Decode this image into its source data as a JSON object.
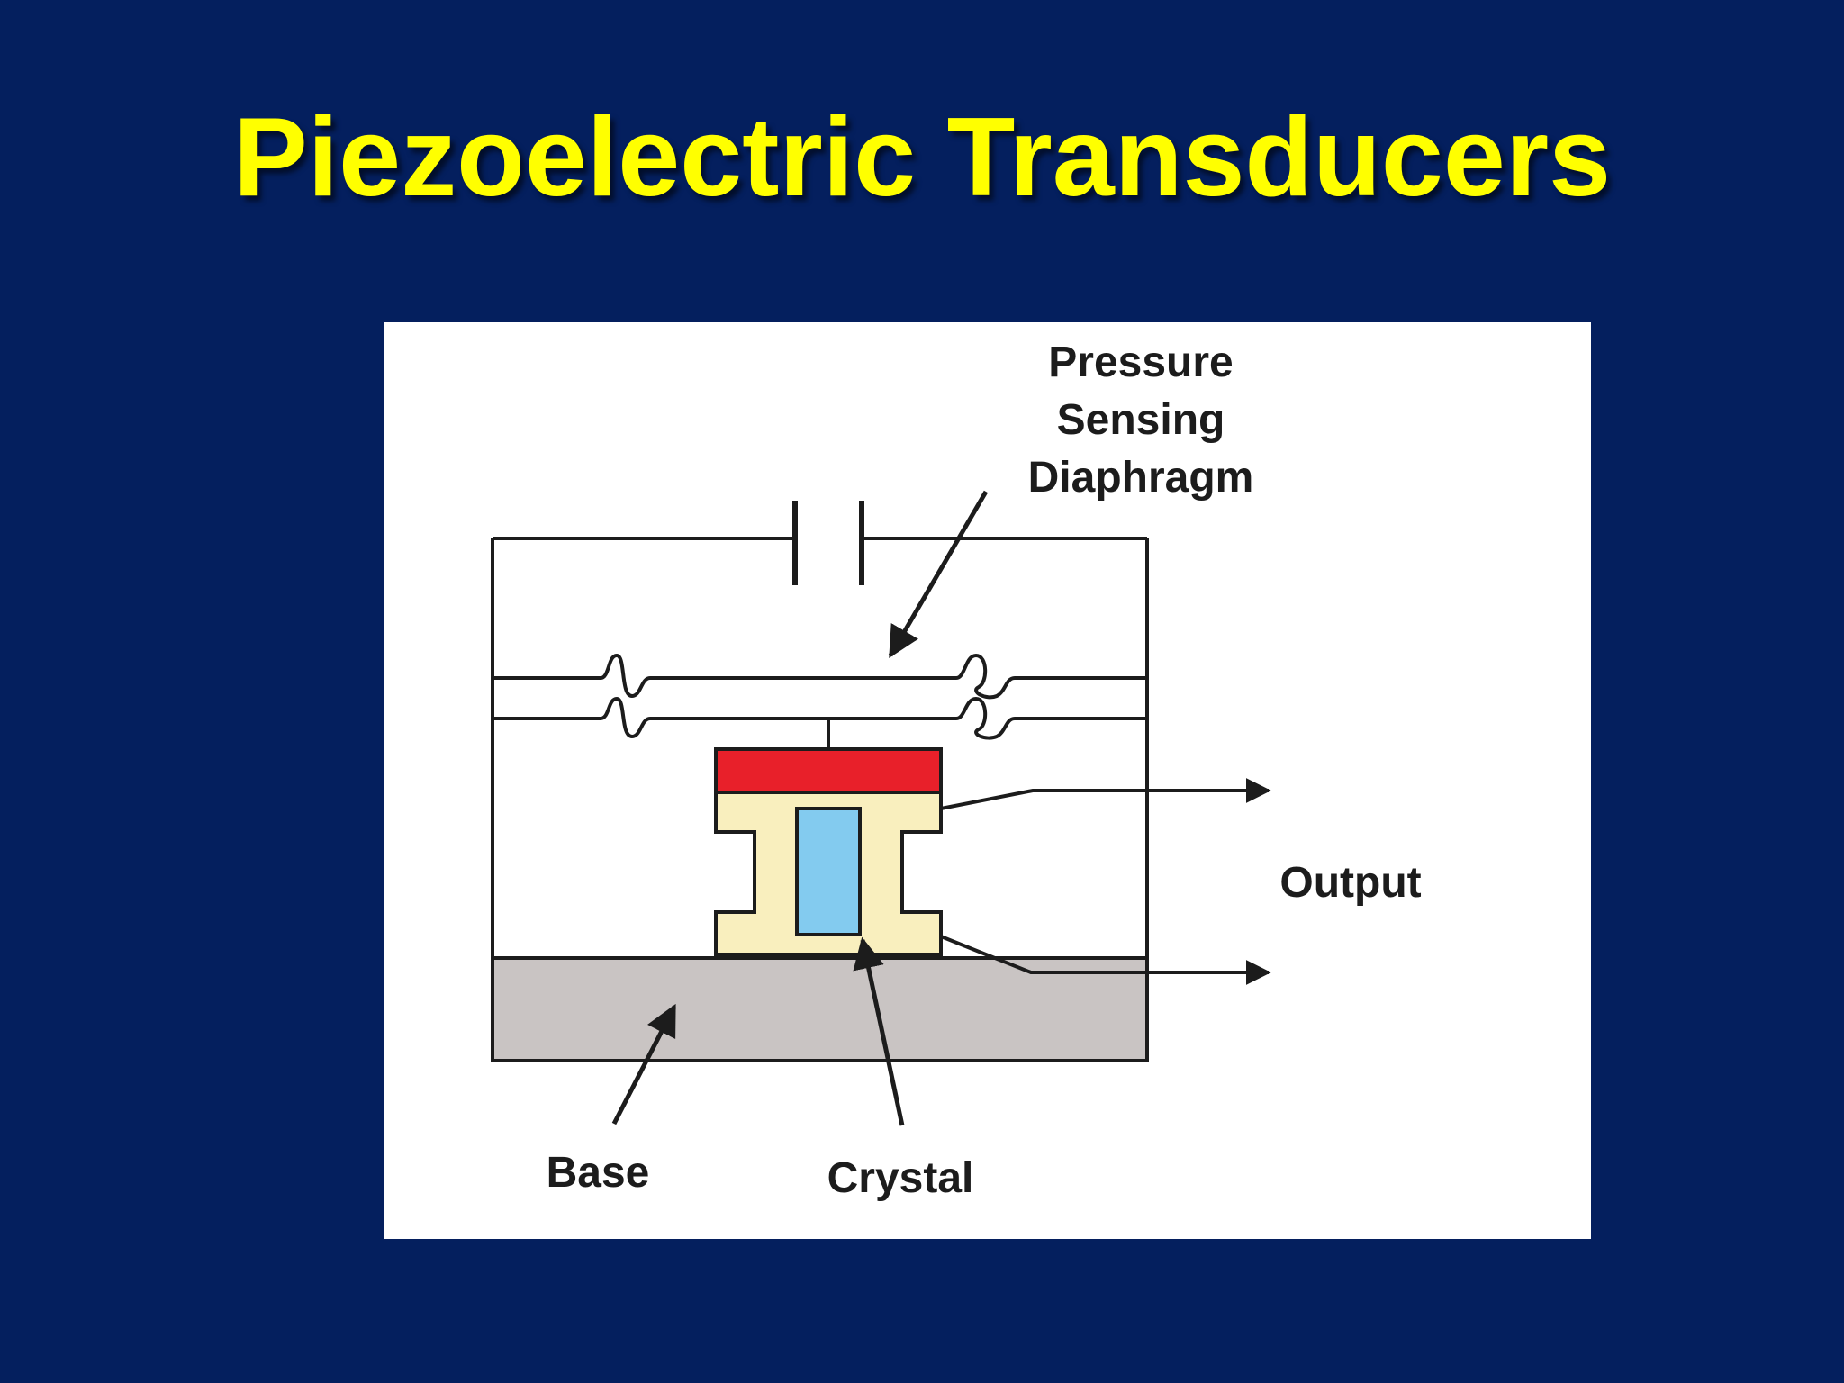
{
  "slide": {
    "title": "Piezoelectric Transducers",
    "background_color": "#041f5e",
    "title_color": "#ffff00"
  },
  "diagram": {
    "labels": {
      "pressure_line1": "Pressure",
      "pressure_line2": "Sensing",
      "pressure_line3": "Diaphragm",
      "output": "Output",
      "base": "Base",
      "crystal": "Crystal"
    },
    "colors": {
      "diaphragm_plate": "#e8202a",
      "crystal_holder": "#f9efbe",
      "crystal": "#83cbef",
      "base": "#c9c4c3",
      "lines": "#1c1c1c"
    },
    "icons": [
      "capacitor-symbol",
      "arrow-icon"
    ]
  }
}
